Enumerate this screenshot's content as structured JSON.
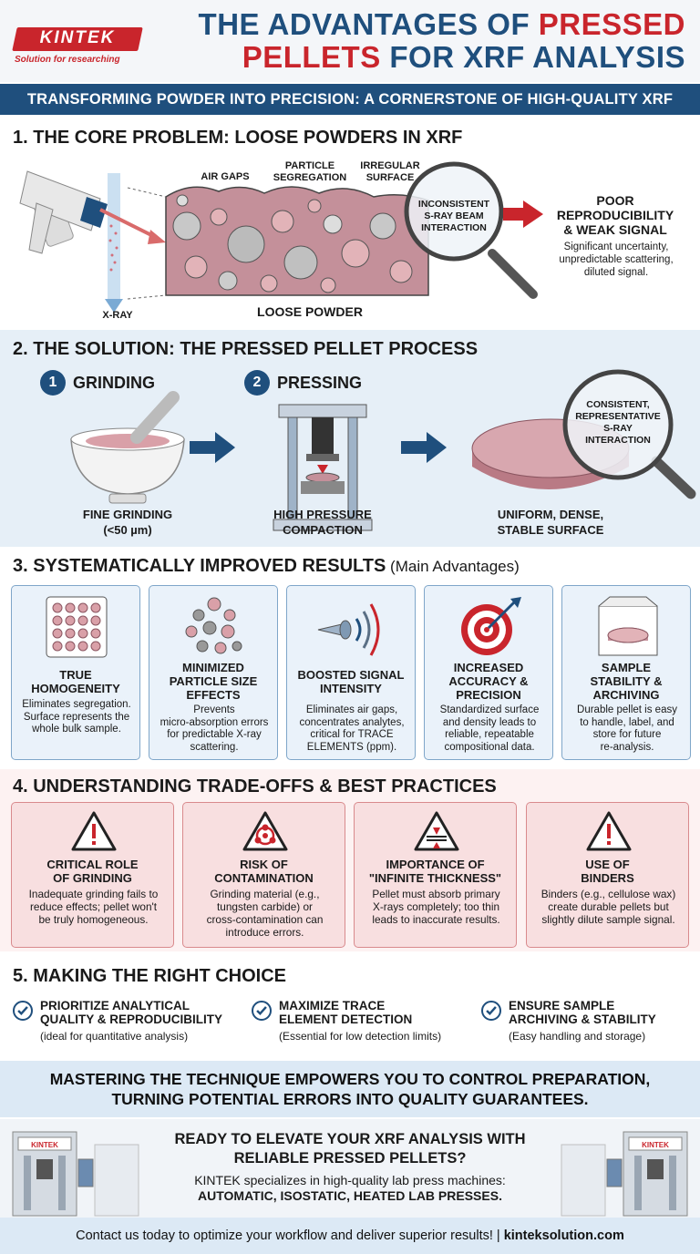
{
  "header": {
    "logo": "KINTEK",
    "logo_tagline": "Solution for researching",
    "title_line1_a": "THE ADVANTAGES OF ",
    "title_line1_b": "PRESSED",
    "title_line2_a": "PELLETS",
    "title_line2_b": " FOR XRF ANALYSIS",
    "banner": "TRANSFORMING POWDER INTO PRECISION: A CORNERSTONE OF HIGH-QUALITY XRF"
  },
  "section1": {
    "title": "1.  THE CORE PROBLEM: LOOSE POWDERS IN XRF",
    "label_air_gaps": "AIR GAPS",
    "label_segregation_1": "PARTICLE",
    "label_segregation_2": "SEGREGATION",
    "label_irregular_1": "IRREGULAR",
    "label_irregular_2": "SURFACE",
    "lens_1": "INCONSISTENT",
    "lens_2": "S-RAY BEAM",
    "lens_3": "INTERACTION",
    "result_title_1": "POOR",
    "result_title_2": "REPRODUCIBILITY",
    "result_title_3": "& WEAK SIGNAL",
    "result_desc_1": "Significant uncertainty,",
    "result_desc_2": "unpredictable scattering,",
    "result_desc_3": "diluted signal.",
    "xray_label": "X-RAY",
    "powder_label": "LOOSE POWDER"
  },
  "section2": {
    "title": "2.  THE SOLUTION: THE PRESSED PELLET PROCESS",
    "step1_num": "1",
    "step1_label": "GRINDING",
    "step2_num": "2",
    "step2_label": "PRESSING",
    "cap1_1": "FINE GRINDING",
    "cap1_2": "(<50 µm)",
    "cap2_1": "HIGH PRESSURE",
    "cap2_2": "COMPACTION",
    "cap3_1": "UNIFORM, DENSE,",
    "cap3_2": "STABLE SURFACE",
    "lens_1": "CONSISTENT,",
    "lens_2": "REPRESENTATIVE",
    "lens_3": "S-RAY",
    "lens_4": "INTERACTION"
  },
  "section3": {
    "title": "3.  SYSTEMATICALLY IMPROVED RESULTS",
    "title_small": " (Main Advantages)",
    "cards": [
      {
        "t1": "TRUE",
        "t2": "HOMOGENEITY",
        "t3": "",
        "d1": "Eliminates segregation.",
        "d2": "Surface represents the",
        "d3": "whole bulk sample.",
        "d4": ""
      },
      {
        "t1": "MINIMIZED",
        "t2": "PARTICLE SIZE",
        "t3": "EFFECTS",
        "d1": "Prevents",
        "d2": "micro-absorption errors",
        "d3": "for predictable X-ray",
        "d4": "scattering."
      },
      {
        "t1": "BOOSTED SIGNAL",
        "t2": "INTENSITY",
        "t3": "",
        "d1": "Eliminates air gaps,",
        "d2": "concentrates analytes,",
        "d3": "critical for TRACE",
        "d4": "ELEMENTS (ppm)."
      },
      {
        "t1": "INCREASED",
        "t2": "ACCURACY &",
        "t3": "PRECISION",
        "d1": "Standardized surface",
        "d2": "and density leads to",
        "d3": "reliable, repeatable",
        "d4": "compositional data."
      },
      {
        "t1": "SAMPLE",
        "t2": "STABILITY &",
        "t3": "ARCHIVING",
        "d1": "Durable pellet is easy",
        "d2": "to handle, label, and",
        "d3": "store for future",
        "d4": "re-analysis."
      }
    ]
  },
  "section4": {
    "title": "4.  UNDERSTANDING TRADE-OFFS & BEST PRACTICES",
    "cards": [
      {
        "t1": "CRITICAL ROLE",
        "t2": "OF GRINDING",
        "d1": "Inadequate grinding fails to",
        "d2": "reduce effects; pellet won't",
        "d3": "be truly homogeneous.",
        "d4": ""
      },
      {
        "t1": "RISK OF",
        "t2": "CONTAMINATION",
        "d1": "Grinding material (e.g.,",
        "d2": "tungsten carbide) or",
        "d3": "cross-contamination can",
        "d4": "introduce errors."
      },
      {
        "t1": "IMPORTANCE OF",
        "t2": "\"INFINITE THICKNESS\"",
        "d1": "Pellet must absorb primary",
        "d2": "X-rays completely; too thin",
        "d3": "leads to inaccurate results.",
        "d4": ""
      },
      {
        "t1": "USE OF",
        "t2": "BINDERS",
        "d1": "Binders (e.g., cellulose wax)",
        "d2": "create durable pellets but",
        "d3": "slightly dilute sample signal.",
        "d4": ""
      }
    ]
  },
  "section5": {
    "title": "5.  MAKING THE RIGHT CHOICE",
    "choices": [
      {
        "t1": "PRIORITIZE ANALYTICAL",
        "t2": "QUALITY & REPRODUCIBILITY",
        "d": "(ideal for quantitative analysis)"
      },
      {
        "t1": "MAXIMIZE TRACE",
        "t2": "ELEMENT DETECTION",
        "d": "(Essential for low detection limits)"
      },
      {
        "t1": "ENSURE SAMPLE",
        "t2": "ARCHIVING & STABILITY",
        "d": "(Easy handling and storage)"
      }
    ]
  },
  "statement": {
    "line1": "MASTERING THE TECHNIQUE EMPOWERS YOU TO CONTROL PREPARATION,",
    "line2": "TURNING POTENTIAL ERRORS INTO QUALITY GUARANTEES."
  },
  "cta": {
    "title1": "READY TO ELEVATE YOUR XRF ANALYSIS WITH",
    "title2": "RELIABLE PRESSED PELLETS?",
    "body": "KINTEK specializes in high-quality lab press machines:",
    "products": "AUTOMATIC, ISOSTATIC, HEATED LAB PRESSES.",
    "machine_brand": "KINTEK"
  },
  "footer": {
    "text": "Contact us today to optimize your workflow and deliver superior results! | ",
    "url": "kinteksolution.com"
  },
  "colors": {
    "navy": "#1f4f7d",
    "red": "#c9252c",
    "light_blue": "#e6eff7",
    "pink": "#f8dfe0"
  }
}
